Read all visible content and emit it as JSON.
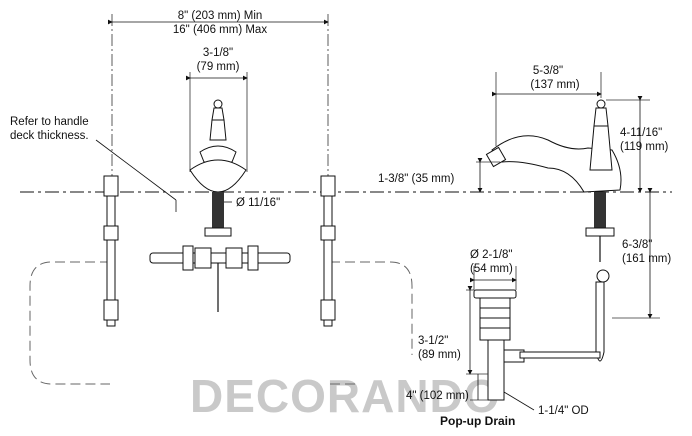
{
  "labels": {
    "dim_spread_a": "8\" (203 mm) Min",
    "dim_spread_b": "16\" (406 mm) Max",
    "dim_handle_a": "3-1/8\"",
    "dim_handle_b": "(79 mm)",
    "refer_a": "Refer to handle",
    "refer_b": "deck thickness.",
    "hole_dia": "Ø 11/16\"",
    "spout_reach_a": "5-3/8\"",
    "spout_reach_b": "(137 mm)",
    "spout_height_a": "4-11/16\"",
    "spout_height_b": "(119 mm)",
    "aerator_a": "1-3/8\" (35 mm)",
    "below_deck_a": "6-3/8\"",
    "below_deck_b": "(161 mm)",
    "drain_dia_a": "Ø 2-1/8\"",
    "drain_dia_b": "(54 mm)",
    "drain_height_a": "3-1/2\"",
    "drain_height_b": "(89 mm)",
    "tailpiece": "4\" (102 mm)",
    "od": "1-1/4\" OD",
    "popup": "Pop-up Drain"
  },
  "watermark": "DECORANDO",
  "colors": {
    "line": "#111111",
    "dim": "#333333",
    "watermark": "#c9c9c9"
  }
}
